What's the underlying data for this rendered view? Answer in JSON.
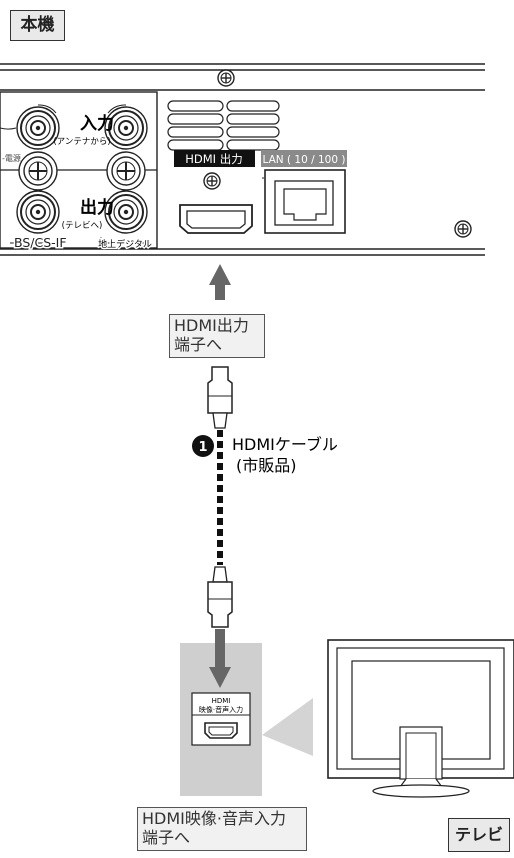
{
  "unit_label": "本機",
  "tv_label": "テレビ",
  "rear_panel": {
    "input_label": "入力",
    "input_sub": "(アンテナから)",
    "output_label": "出力",
    "output_sub": "(テレビへ)",
    "bs_cs_label": "BS/CS-IF",
    "terrestrial_label": "地上デジタル",
    "dc_label": "-電源",
    "hdmi_out_label": "HDMI 出力",
    "lan_label": "LAN ( 10 / 100 )"
  },
  "callouts": {
    "hdmi_out_terminal": [
      "HDMI出力",
      "端子へ"
    ],
    "tv_input_terminal": [
      "HDMI映像·音声入力",
      "端子へ"
    ]
  },
  "cable": {
    "step_number": "1",
    "name": "HDMIケーブル",
    "note": "(市販品)"
  },
  "tv_port": {
    "line1": "HDMI",
    "line2": "映像·音声入力"
  }
}
